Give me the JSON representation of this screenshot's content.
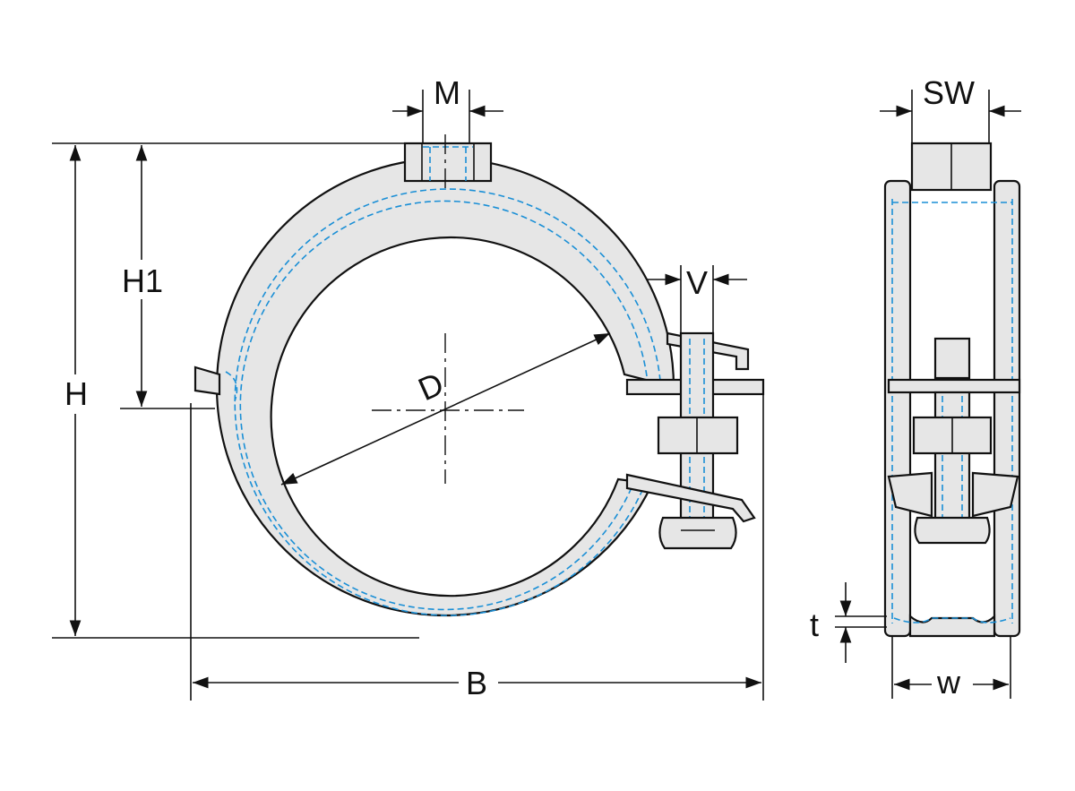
{
  "labels": {
    "M": "M",
    "SW": "SW",
    "V": "V",
    "H1": "H1",
    "H": "H",
    "D": "D",
    "B": "B",
    "t": "t",
    "w": "w"
  },
  "colors": {
    "line": "#111111",
    "lining": "#1a8fd6",
    "fill": "#e6e6e6"
  }
}
